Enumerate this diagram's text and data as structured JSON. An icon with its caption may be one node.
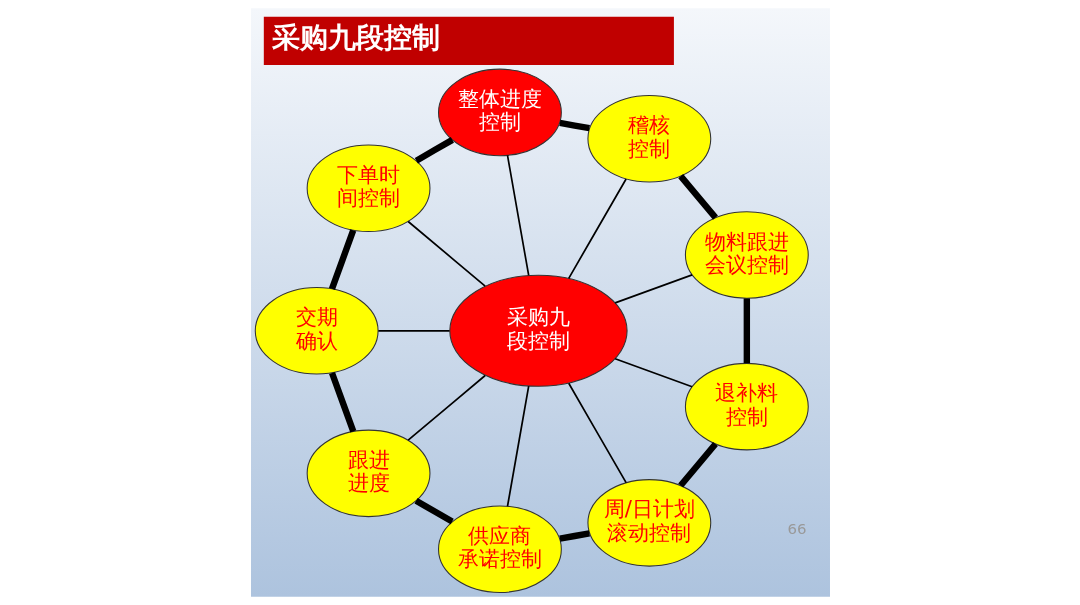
{
  "diagram": {
    "title": "采购九段控制",
    "nodes": [
      {
        "text": [
          "采购九段控制"
        ]
      },
      {
        "text": [
          "整体进度控制"
        ]
      },
      {
        "text": [
          "稽核控制"
        ]
      },
      {
        "text": [
          "物料跟进会议控制"
        ]
      },
      {
        "text": [
          "退补料控制"
        ]
      },
      {
        "text": [
          "周/日计划滚动控制"
        ]
      },
      {
        "text": [
          "供应商承诺控制"
        ]
      },
      {
        "text": [
          "跟进进度"
        ]
      },
      {
        "text": [
          "交期确认"
        ]
      },
      {
        "text": [
          "下单时间控制"
        ]
      }
    ],
    "edges": [
      {
        "from": 0,
        "to": 1,
        "arrow": "none"
      },
      {
        "from": 0,
        "to": 2,
        "arrow": "none"
      },
      {
        "from": 0,
        "to": 3,
        "arrow": "none"
      },
      {
        "from": 0,
        "to": 4,
        "arrow": "none"
      },
      {
        "from": 0,
        "to": 5,
        "arrow": "none"
      },
      {
        "from": 0,
        "to": 6,
        "arrow": "none"
      },
      {
        "from": 0,
        "to": 7,
        "arrow": "none"
      },
      {
        "from": 0,
        "to": 8,
        "arrow": "none"
      },
      {
        "from": 0,
        "to": 9,
        "arrow": "none"
      },
      {
        "from": 1,
        "to": 2,
        "arrow": "none",
        "style": "thick"
      },
      {
        "from": 2,
        "to": 3,
        "arrow": "none",
        "style": "thick"
      },
      {
        "from": 3,
        "to": 4,
        "arrow": "none",
        "style": "thick"
      },
      {
        "from": 4,
        "to": 5,
        "arrow": "none",
        "style": "thick"
      },
      {
        "from": 5,
        "to": 6,
        "arrow": "none",
        "style": "thick"
      },
      {
        "from": 6,
        "to": 7,
        "arrow": "none",
        "style": "thick"
      },
      {
        "from": 7,
        "to": 8,
        "arrow": "none",
        "style": "thick"
      },
      {
        "from": 8,
        "to": 9,
        "arrow": "none",
        "style": "thick"
      },
      {
        "from": 9,
        "to": 1,
        "arrow": "none",
        "style": "thick"
      }
    ],
    "labels": [
      "66"
    ]
  }
}
